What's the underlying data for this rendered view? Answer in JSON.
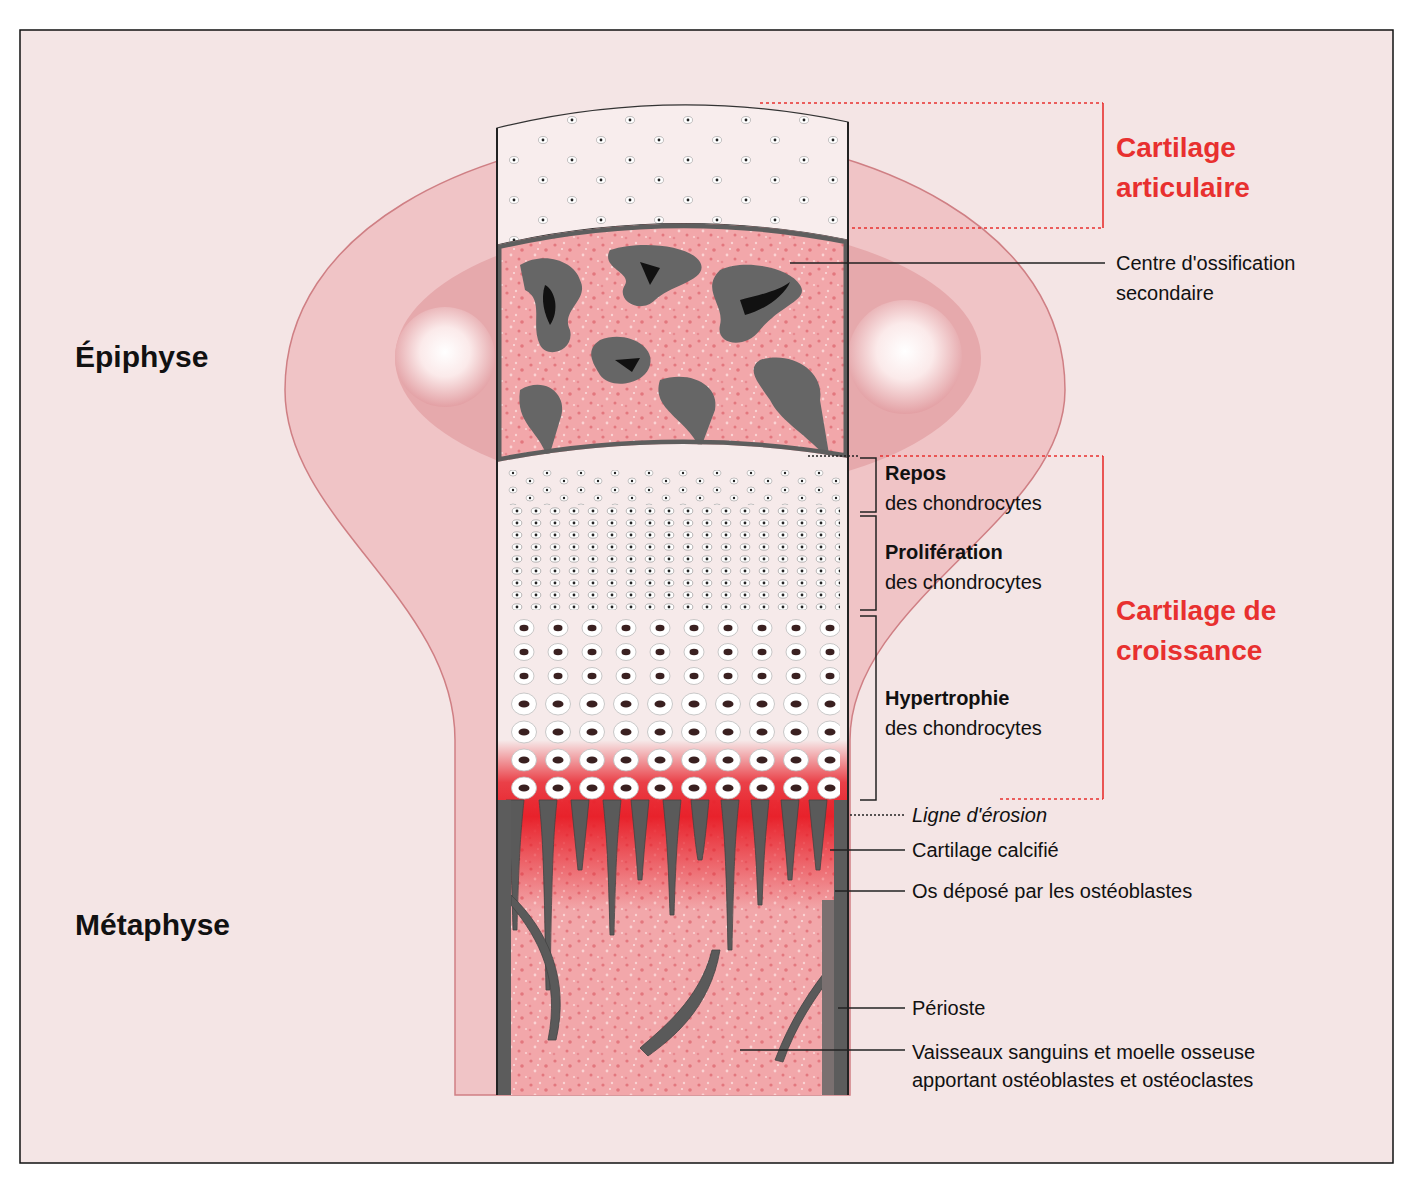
{
  "diagram": {
    "labels": [
      "Cartilage articulaire",
      "Centre d'ossification secondaire",
      "Épiphyse",
      "Repos",
      "des chondrocytes",
      "Prolifération",
      "des chondrocytes",
      "Cartilage de croissance",
      "Hypertrophie",
      "des chondrocytes",
      "Ligne d'érosion",
      "Cartilage calcifié",
      "Os déposé par les ostéoblastes",
      "Métaphyse",
      "Périoste",
      "Vaisseaux sanguins et moelle osseuse apportant ostéoblastes et ostéoclastes"
    ]
  }
}
